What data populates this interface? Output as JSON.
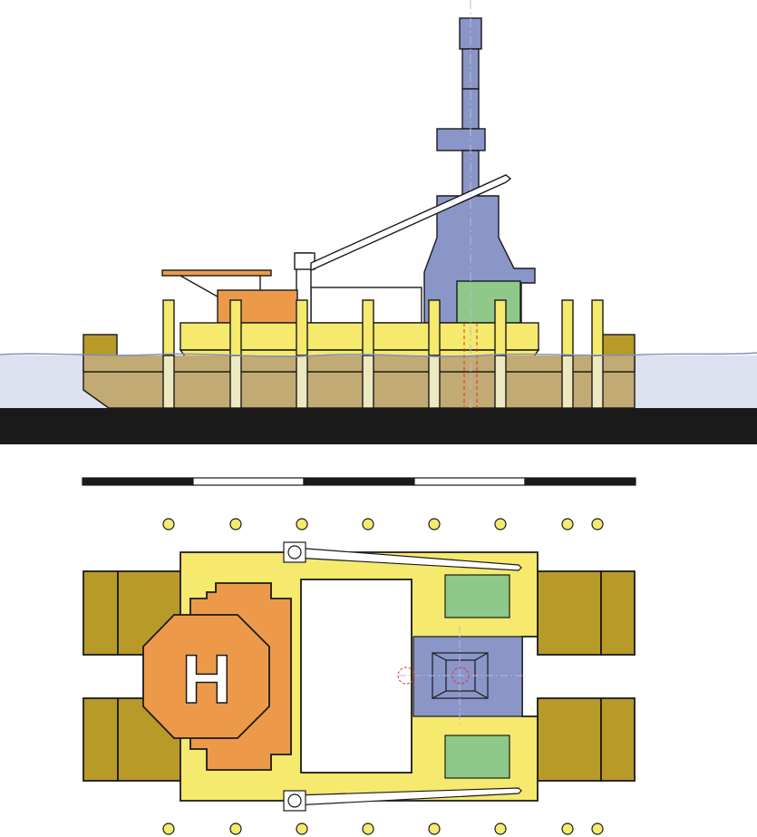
{
  "diagram": {
    "helipad_letter": "H",
    "colors": {
      "deck": "#f5e96e",
      "leg": "#f5e96e",
      "leg_under_water": "#ece8c0",
      "pontoon": "#b89a28",
      "pontoon_under_water": "#c2aa74",
      "water": "#dde0ee",
      "water_line": "#7f8fc0",
      "seabed": "#1a1a1a",
      "helideck": "#ec9a4a",
      "crane": "#8a95c8",
      "equipment_box": "#8ec98a",
      "white_structure": "#ffffff",
      "outline": "#1a1a1a",
      "centerline": "#b8bcd8",
      "marker": "#e03030"
    },
    "scale_bar": {
      "segments": [
        "black",
        "white",
        "black",
        "white",
        "black"
      ]
    },
    "leg_count": 8
  }
}
